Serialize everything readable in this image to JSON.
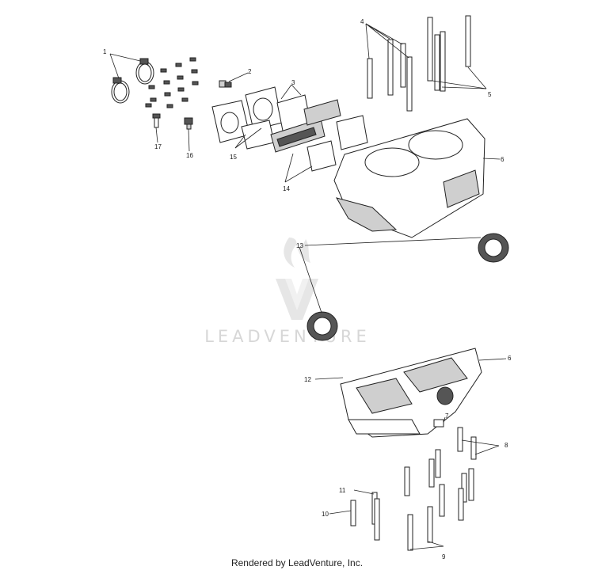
{
  "watermark": {
    "brand_text": "LEADVENTURE"
  },
  "callouts": [
    {
      "id": "c1",
      "label": "1"
    },
    {
      "id": "c2",
      "label": "2"
    },
    {
      "id": "c3",
      "label": "3"
    },
    {
      "id": "c4",
      "label": "4"
    },
    {
      "id": "c5",
      "label": "5"
    },
    {
      "id": "c6a",
      "label": "6"
    },
    {
      "id": "c6b",
      "label": "6"
    },
    {
      "id": "c7",
      "label": "7"
    },
    {
      "id": "c8",
      "label": "8"
    },
    {
      "id": "c9",
      "label": "9"
    },
    {
      "id": "c10",
      "label": "10"
    },
    {
      "id": "c11",
      "label": "11"
    },
    {
      "id": "c12",
      "label": "12"
    },
    {
      "id": "c13",
      "label": "13"
    },
    {
      "id": "c14",
      "label": "14"
    },
    {
      "id": "c15",
      "label": "15"
    },
    {
      "id": "c16",
      "label": "16"
    },
    {
      "id": "c17",
      "label": "17"
    }
  ],
  "footer": {
    "text": "Rendered by LeadVenture, Inc."
  }
}
